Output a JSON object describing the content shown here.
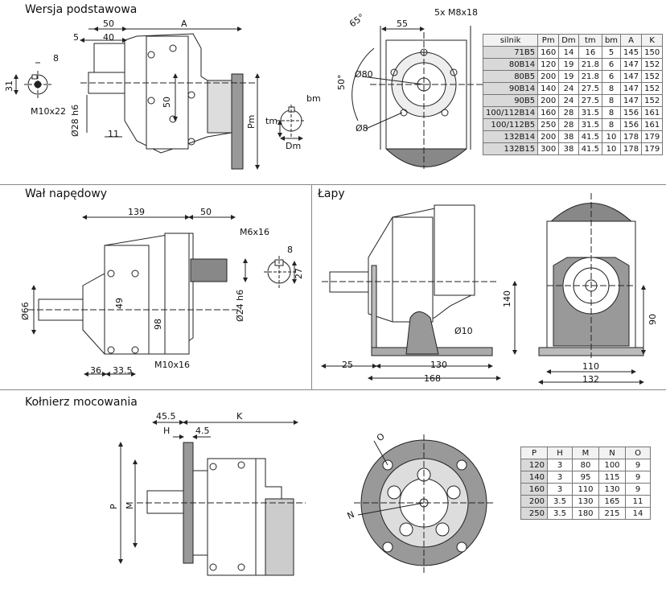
{
  "sections": {
    "base": "Wersja podstawowa",
    "drive_shaft": "Wał napędowy",
    "feet": "Łapy",
    "flange": "Kołnierz mocowania"
  },
  "base_dims": {
    "d50": "50",
    "dA": "A",
    "d5": "5",
    "d40": "40",
    "d8": "8",
    "d31": "31",
    "thread": "M10x22",
    "shaft": "Ø28 h6",
    "d11": "11",
    "d50v": "50",
    "pm": "Pm",
    "bm": "bm",
    "tm": "tm",
    "dm": "Dm",
    "d55": "55",
    "bolts": "5x M8x18",
    "ang65": "65°",
    "ang50": "50°",
    "phi80": "Ø80",
    "phi8": "Ø8"
  },
  "motor_table": {
    "headers": [
      "silnik",
      "Pm",
      "Dm",
      "tm",
      "bm",
      "A",
      "K"
    ],
    "rows": [
      [
        "71B5",
        "160",
        "14",
        "16",
        "5",
        "145",
        "150"
      ],
      [
        "80B14",
        "120",
        "19",
        "21.8",
        "6",
        "147",
        "152"
      ],
      [
        "80B5",
        "200",
        "19",
        "21.8",
        "6",
        "147",
        "152"
      ],
      [
        "90B14",
        "140",
        "24",
        "27.5",
        "8",
        "147",
        "152"
      ],
      [
        "90B5",
        "200",
        "24",
        "27.5",
        "8",
        "147",
        "152"
      ],
      [
        "100/112B14",
        "160",
        "28",
        "31.5",
        "8",
        "156",
        "161"
      ],
      [
        "100/112B5",
        "250",
        "28",
        "31.5",
        "8",
        "156",
        "161"
      ],
      [
        "132B14",
        "200",
        "38",
        "41.5",
        "10",
        "178",
        "179"
      ],
      [
        "132B15",
        "300",
        "38",
        "41.5",
        "10",
        "178",
        "179"
      ]
    ]
  },
  "drive_dims": {
    "d139": "139",
    "d50": "50",
    "thread": "M6x16",
    "d8": "8",
    "d27": "27",
    "phi66": "Ø66",
    "d49": "49",
    "d98": "98",
    "shaft": "Ø24 h6",
    "d36": "36",
    "d33_5": "33.5",
    "thread2": "M10x16"
  },
  "feet_dims": {
    "d140": "140",
    "phi10": "Ø10",
    "d25": "25",
    "d130": "130",
    "d168": "168",
    "d90": "90",
    "d110": "110",
    "d132": "132"
  },
  "flange_dims": {
    "d45_5": "45.5",
    "dK": "K",
    "dH": "H",
    "d4_5": "4.5",
    "dP": "P",
    "dM": "M",
    "dO": "O",
    "dN": "N"
  },
  "flange_table": {
    "headers": [
      "P",
      "H",
      "M",
      "N",
      "O"
    ],
    "rows": [
      [
        "120",
        "3",
        "80",
        "100",
        "9"
      ],
      [
        "140",
        "3",
        "95",
        "115",
        "9"
      ],
      [
        "160",
        "3",
        "110",
        "130",
        "9"
      ],
      [
        "200",
        "3.5",
        "130",
        "165",
        "11"
      ],
      [
        "250",
        "3.5",
        "180",
        "215",
        "14"
      ]
    ]
  }
}
